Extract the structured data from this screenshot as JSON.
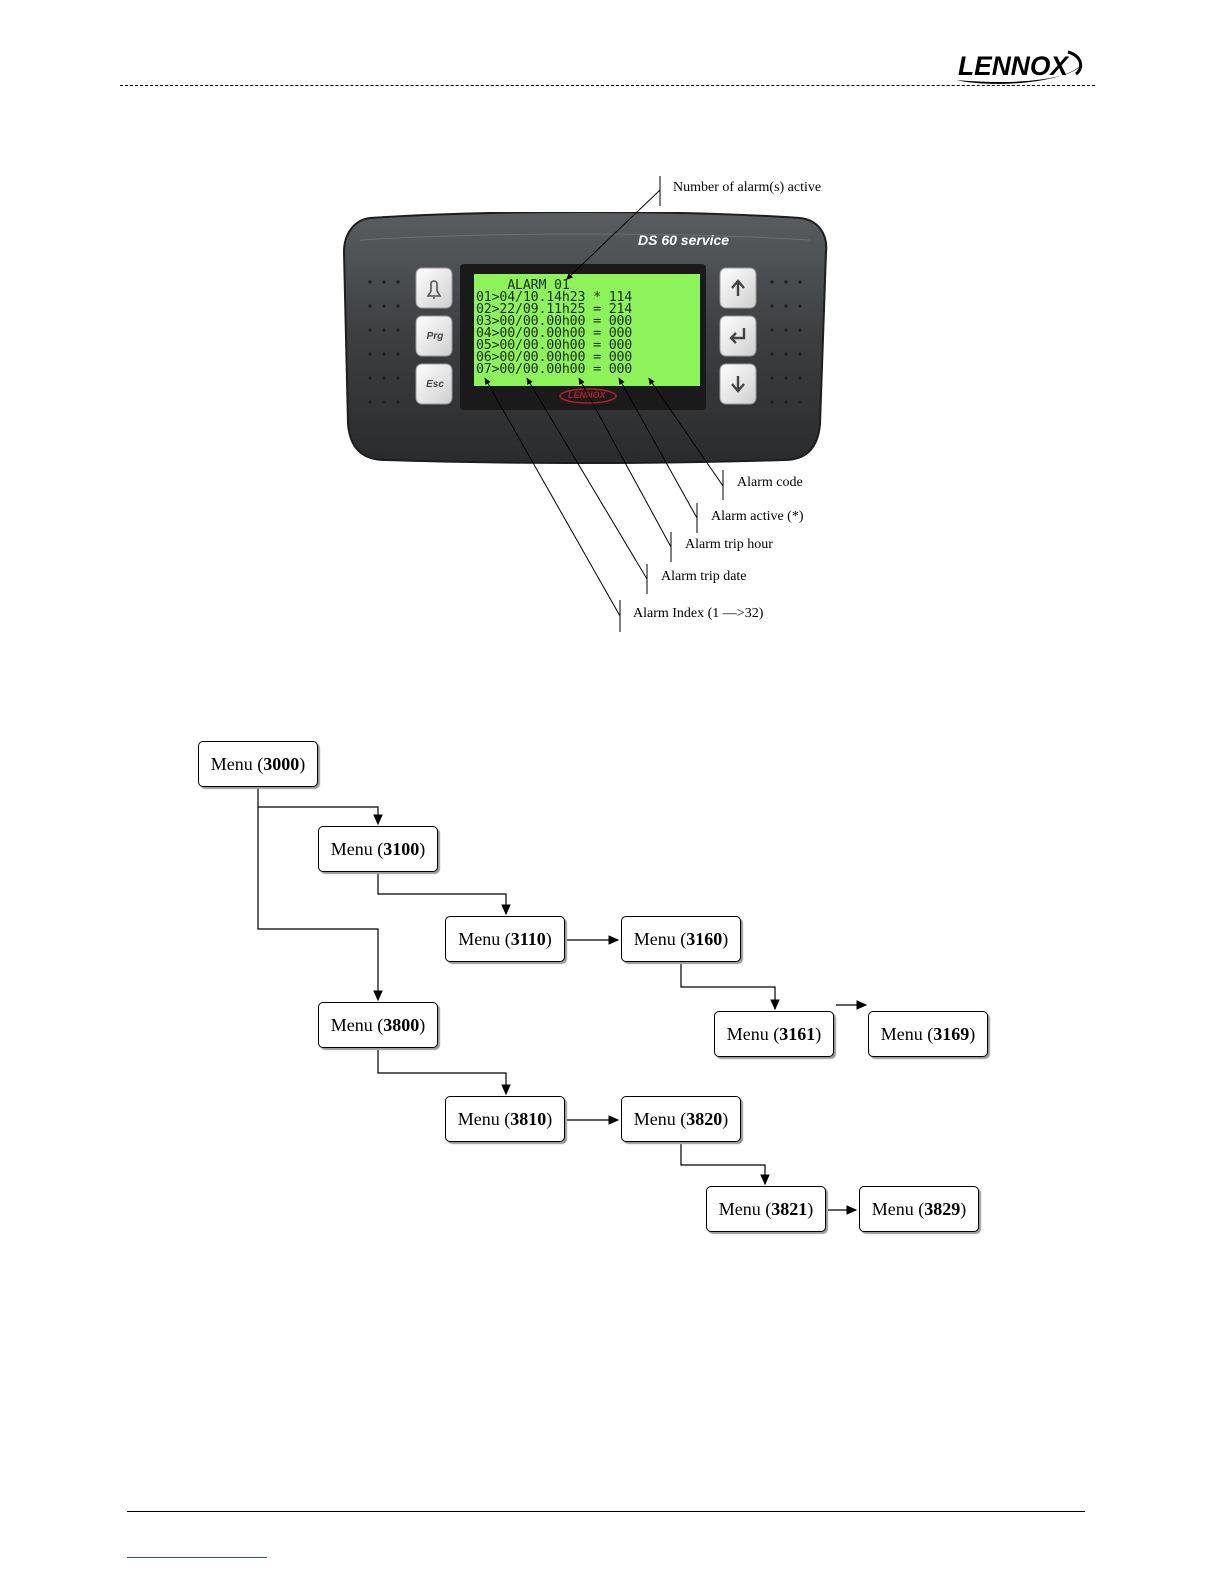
{
  "header": {
    "brand": "LENNOX"
  },
  "device": {
    "model_label": "DS 60 service",
    "buttons": {
      "alarm": "alarm-bell",
      "prg": "Prg",
      "esc": "Esc",
      "up": "arrow-up",
      "enter": "enter-return",
      "down": "arrow-down"
    },
    "screen_lines": [
      "    ALARM 01",
      "01>04/10.14h23 * 114",
      "02>22/09.11h25 = 214",
      "03>00/00.00h00 = 000",
      "04>00/00.00h00 = 000",
      "05>00/00.00h00 = 000",
      "06>00/00.00h00 = 000",
      "07>00/00.00h00 = 000"
    ],
    "screen_color": "#8ef25a",
    "bezel_logo": "LENNOX"
  },
  "callouts": {
    "number_active": "Number of alarm(s) active",
    "alarm_code": "Alarm code",
    "alarm_active": "Alarm active (*)",
    "trip_hour": "Alarm trip hour",
    "trip_date": "Alarm trip date",
    "alarm_index": "Alarm Index (1 —>32)"
  },
  "menu_tree": {
    "prefix": "Menu (",
    "suffix": ")",
    "nodes": [
      {
        "id": "3000"
      },
      {
        "id": "3100"
      },
      {
        "id": "3110"
      },
      {
        "id": "3160"
      },
      {
        "id": "3161"
      },
      {
        "id": "3169"
      },
      {
        "id": "3800"
      },
      {
        "id": "3810"
      },
      {
        "id": "3820"
      },
      {
        "id": "3821"
      },
      {
        "id": "3829"
      }
    ]
  }
}
